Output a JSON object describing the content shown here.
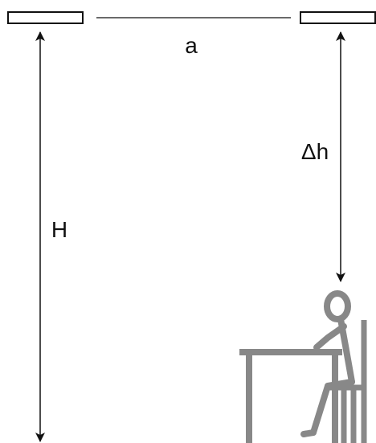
{
  "labels": {
    "distance": "a",
    "height_diff": "Δh",
    "height": "H"
  },
  "colors": {
    "stroke": "#111111",
    "figure": "#888888",
    "background": "#ffffff"
  }
}
